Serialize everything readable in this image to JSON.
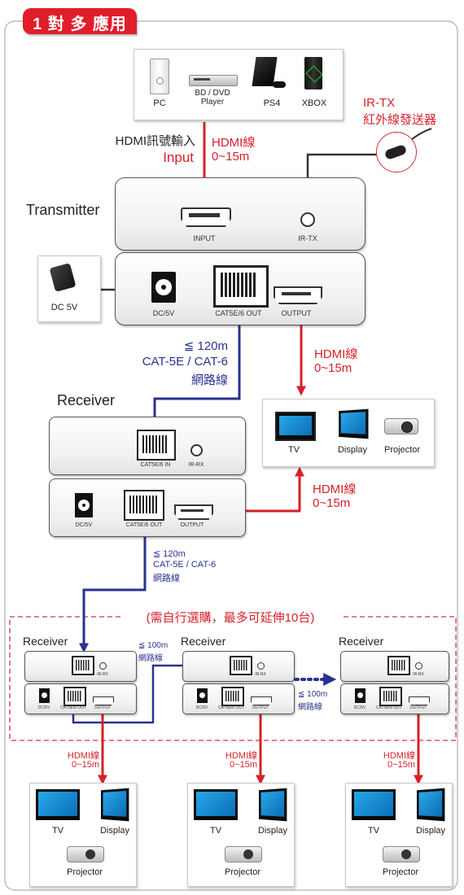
{
  "badge": {
    "title": "1 對 多 應用"
  },
  "sources": {
    "pc": "PC",
    "bd": "BD / DVD\nPlayer",
    "ps4": "PS4",
    "xbox": "XBOX"
  },
  "irtx": {
    "title": "IR-TX",
    "subtitle": "紅外線發送器"
  },
  "hdmi_input": {
    "label": "HDMI訊號輸入",
    "input": "Input",
    "cable": "HDMI線",
    "length": "0~15m"
  },
  "transmitter": {
    "title": "Transmitter",
    "input_port": "INPUT",
    "irtx_port": "IR-TX",
    "dc_port": "DC/5V",
    "cat_port": "CAT5E/6 OUT",
    "output_port": "OUTPUT"
  },
  "adapter": {
    "label": "DC 5V"
  },
  "cat_cable_1": {
    "distance": "≦ 120m",
    "type": "CAT-5E / CAT-6",
    "name": "網路線"
  },
  "hdmi_out_1": {
    "cable": "HDMI線",
    "length": "0~15m"
  },
  "receiver_main": {
    "title": "Receiver",
    "cat_in": "CAT5E/6 IN",
    "irrx": "IR-RX",
    "dc_port": "DC/5V",
    "cat_out": "CAT5E/6 OUT",
    "output_port": "OUTPUT"
  },
  "display_set_top": {
    "tv": "TV",
    "display": "Display",
    "projector": "Projector"
  },
  "hdmi_out_2": {
    "cable": "HDMI線",
    "length": "0~15m"
  },
  "cat_cable_2": {
    "distance": "≦ 120m",
    "type": "CAT-5E / CAT-6",
    "name": "網路線"
  },
  "expansion": {
    "note": "(需自行選購，最多可延伸10台)",
    "receivers": [
      {
        "title": "Receiver",
        "irrx": "IR-RX",
        "dc": "DC/5V",
        "cat_out": "CAT5E/6 OUT",
        "output": "OUTPUT"
      },
      {
        "title": "Receiver",
        "irrx": "IR-RX",
        "dc": "DC/5V",
        "cat_out": "CAT5E/6 OUT",
        "output": "OUTPUT"
      },
      {
        "title": "Receiver",
        "irrx": "IR-RX",
        "dc": "DC/5V",
        "cat_out": "CAT5E/6 OUT",
        "output": "OUTPUT"
      }
    ],
    "link_1": {
      "distance": "≦ 100m",
      "name": "網路線"
    },
    "link_2": {
      "distance": "≦ 100m",
      "name": "網路線"
    }
  },
  "bottom_hdmi": [
    {
      "cable": "HDMI線",
      "length": "0~15m"
    },
    {
      "cable": "HDMI線",
      "length": "0~15m"
    },
    {
      "cable": "HDMI線",
      "length": "0~15m"
    }
  ],
  "bottom_sets": [
    {
      "tv": "TV",
      "display": "Display",
      "projector": "Projector"
    },
    {
      "tv": "TV",
      "display": "Display",
      "projector": "Projector"
    },
    {
      "tv": "TV",
      "display": "Display",
      "projector": "Projector"
    }
  ],
  "colors": {
    "accent_red": "#d6202a",
    "cable_blue": "#2b3190"
  }
}
